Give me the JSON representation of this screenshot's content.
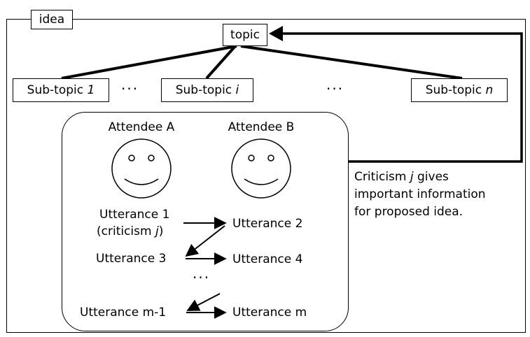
{
  "idea_label": "idea",
  "topic_label": "topic",
  "subtopics": [
    {
      "prefix": "Sub-topic ",
      "index": "1"
    },
    {
      "prefix": "Sub-topic ",
      "index": "i"
    },
    {
      "prefix": "Sub-topic ",
      "index": "n"
    }
  ],
  "ellipsis": "···",
  "attendees": [
    "Attendee A",
    "Attendee B"
  ],
  "utterances": {
    "u1_line1": "Utterance 1",
    "u1_line2_pre": "(criticism ",
    "u1_line2_var": "j",
    "u1_line2_post": ")",
    "u2": "Utterance 2",
    "u3": "Utterance 3",
    "u4": "Utterance 4",
    "um1": "Utterance m-1",
    "um": "Utterance m"
  },
  "note": {
    "line1_pre": "Criticism ",
    "line1_var": "j",
    "line1_post": " gives",
    "line2": "important information",
    "line3": "for proposed idea."
  }
}
